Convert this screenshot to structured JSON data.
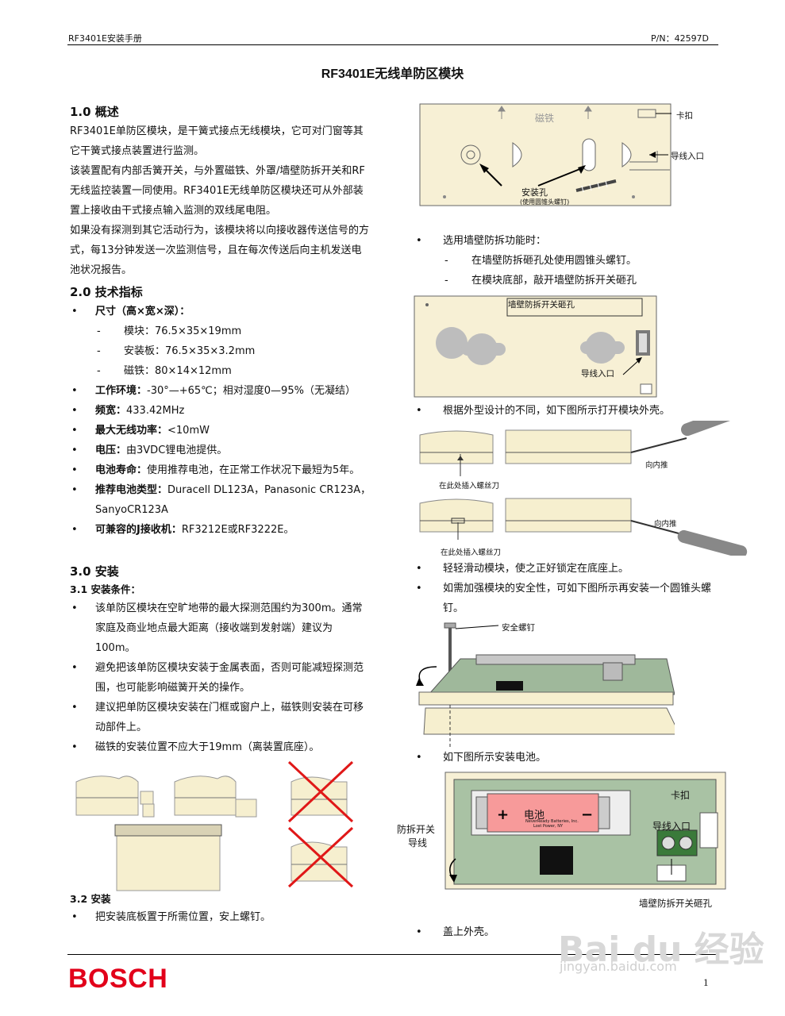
{
  "header": {
    "left": "RF3401E安装手册",
    "right": "P/N：42597D"
  },
  "title": "RF3401E无线单防区模块",
  "s1": {
    "heading": "1.0  概述",
    "p1": "RF3401E单防区模块，是干簧式接点无线模块，它可对门窗等其它干簧式接点装置进行监测。",
    "p2": "该装置配有内部舌簧开关，与外置磁铁、外罩/墙壁防拆开关和RF无线监控装置一同使用。RF3401E无线单防区模块还可从外部装置上接收由干式接点输入监测的双线尾电阻。",
    "p3": "如果没有探测到其它活动行为，该模块将以向接收器传送信号的方式，每13分钟发送一次监测信号，且在每次传送后向主机发送电池状况报告。"
  },
  "s2": {
    "heading": "2.0  技术指标",
    "size_label": "尺寸（高×宽×深）：",
    "size_items": [
      "模块：76.5×35×19mm",
      "安装板：76.5×35×3.2mm",
      "磁铁：80×14×12mm"
    ],
    "env_label": "工作环境：",
    "env_text": "-30°—+65℃；相对湿度0—95%（无凝结）",
    "freq_label": "频宽：",
    "freq_text": "433.42MHz",
    "power_label": "最大无线功率：",
    "power_text": "<10mW",
    "volt_label": "电压：",
    "volt_text": "由3VDC锂电池提供。",
    "life_label": "电池寿命：",
    "life_text": "使用推荐电池，在正常工作状况下最短为5年。",
    "batt_label": "推荐电池类型：",
    "batt_text": "Duracell DL123A，Panasonic CR123A，SanyoCR123A",
    "rx_label": "可兼容的J接收机：",
    "rx_text": "RF3212E或RF3222E。"
  },
  "s3": {
    "heading": "3.0  安装",
    "sub1": "3.1  安装条件：",
    "items": [
      "该单防区模块在空旷地带的最大探测范围约为300m。通常家庭及商业地点最大距离（接收端到发射端）建议为100m。",
      "避免把该单防区模块安装于金属表面，否则可能减短探测范围，也可能影响磁簧开关的操作。",
      "建议把单防区模块安装在门框或窗户上，磁铁则安装在可移动部件上。",
      "磁铁的安装位置不应大于19mm（离装置底座）。"
    ],
    "sub2": "3.2  安装",
    "install1": "把安装底板置于所需位置，安上螺钉。"
  },
  "fig1": {
    "magnet": "磁铁",
    "clip": "卡扣",
    "wire_in": "导线入口",
    "hole": "安装孔",
    "hole_note": "(使用圆锥头螺钉)"
  },
  "right": {
    "b1": "选用墙壁防拆功能时：",
    "b1a": "在墙壁防拆砸孔处使用圆锥头螺钉。",
    "b1b": "在模块底部，敲开墙壁防拆开关砸孔",
    "b2": "根据外型设计的不同，如下图所示打开模块外壳。",
    "b3": "轻轻滑动模块，使之正好锁定在底座上。",
    "b4": "如需加强模块的安全性，可如下图所示再安装一个圆锥头螺钉。",
    "b5": "如下图所示安装电池。",
    "b6": "盖上外壳。"
  },
  "fig2": {
    "knock": "墙壁防拆开关砸孔",
    "wire_in": "导线入口"
  },
  "fig3": {
    "push": "向内推",
    "insert": "在此处插入螺丝刀"
  },
  "fig4": {
    "screw": "安全螺钉"
  },
  "fig5": {
    "clip": "卡扣",
    "wire_in": "导线入口",
    "tamper": "防拆开关",
    "tamper2": "导线",
    "knock": "墙壁防拆开关砸孔",
    "battery": "电池",
    "batt_brand": "NeverReady Batteries, Inc.",
    "batt_brand2": "Lost Power, NY"
  },
  "footer": {
    "brand": "BOSCH",
    "page": "1",
    "wm": "Bai du 经验",
    "wm2": "jingyan.baidu.com"
  }
}
